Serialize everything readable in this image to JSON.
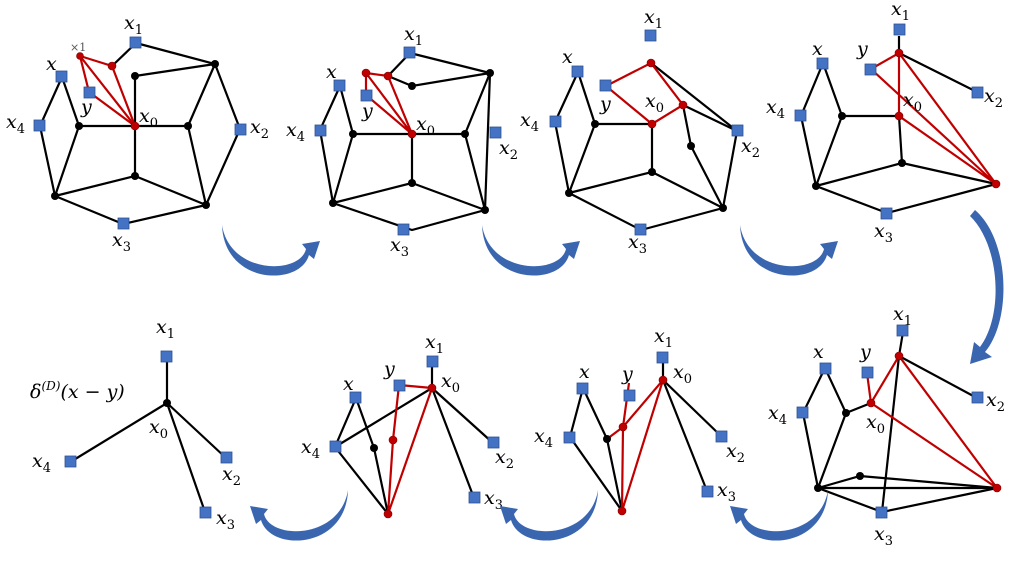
{
  "diagram": {
    "labels": {
      "x": "x",
      "x0": "x",
      "x1": "x",
      "x2": "x",
      "x3": "x",
      "x4": "x",
      "y": "y",
      "sub0": "0",
      "sub1": "1",
      "sub2": "2",
      "sub3": "3",
      "sub4": "4",
      "times_one": "×1",
      "delta": "δ",
      "delta_sup": "(D)",
      "delta_arg": "(x − y)"
    },
    "colors": {
      "edge": "#000000",
      "highlight_edge": "#c00000",
      "external_vertex": "#4472c4",
      "arrow": "#3a66b0"
    },
    "panel_count": 8
  }
}
